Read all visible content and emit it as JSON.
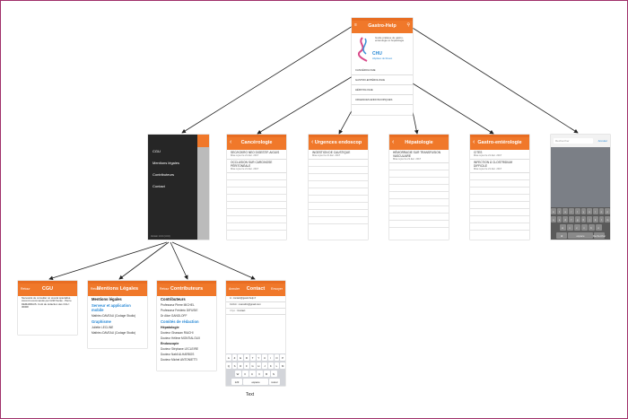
{
  "home": {
    "title": "Gastro-Help",
    "logo_text": "Guide pratique de gastro-entérologie et hépatologie",
    "logo_chu": "CHU",
    "logo_chu_sub": "Hôpitaux de Rouen",
    "menu": [
      "CANCÉROLOGIE",
      "GASTRO-ENTÉROLOGIE",
      "HÉPATOLOGIE",
      "URGENCES ENDOSCOPIQUES"
    ]
  },
  "sidebar": {
    "items": [
      "CGU",
      "Mentions légales",
      "Contributeurs",
      "Contact"
    ],
    "footer": "Version 1.0.0 (1.0.0)"
  },
  "cancero": {
    "title": "Cancérologie",
    "rows": [
      {
        "label": "SEC/KOKRO NEO DIGESTIF-AIGUIS",
        "sub": "Mise à jour le 21 déc. 2017"
      },
      {
        "label": "OCCLUSION SUR CARCINOSE PÉRITONÉALE",
        "sub": "Mise à jour le 21 déc. 2017"
      }
    ]
  },
  "urgences": {
    "title": "Urgences endoscop",
    "rows": [
      {
        "label": "INGESTION DE CAUSTIQUE",
        "sub": "Mise à jour le 21 déc. 2017"
      }
    ]
  },
  "hepato": {
    "title": "Hépatologie",
    "rows": [
      {
        "label": "HÉMORRAGIE SUR TRANSFUSION VASCULAIRE",
        "sub": "Mise à jour le 21 déc. 2017"
      }
    ]
  },
  "gastro": {
    "title": "Gastro-entérologie",
    "rows": [
      {
        "label": "CITES",
        "sub": "Mise à jour le 21 déc. 2017"
      },
      {
        "label": "INFECTION À CLOSTRIDIUM DIFFICILE",
        "sub": "Mise à jour le 21 déc. 2017"
      }
    ]
  },
  "search": {
    "placeholder": "Rechercher",
    "cancel": "Annuler",
    "keys_row1": [
      "a",
      "z",
      "e",
      "r",
      "t",
      "y",
      "u",
      "i",
      "o",
      "p"
    ],
    "keys_row2": [
      "q",
      "s",
      "d",
      "f",
      "g",
      "h",
      "j",
      "k",
      "l",
      "m"
    ],
    "keys_row3": [
      "w",
      "x",
      "c",
      "v",
      "b",
      "n"
    ],
    "space": "espace",
    "go": "Rechercher"
  },
  "cgu": {
    "left": "Retour",
    "title": "CGU",
    "text": "Nécessité de consulter un avocat spécialisé. Accord recommandé par GND Santé - Pierre DEMARRAIS. Coût de rédaction des CGU : 3000€"
  },
  "mentions": {
    "left": "Retour",
    "title": "Mentions Légales",
    "heading": "Mentions légales",
    "service": "Serveur et application mobile",
    "service_name": "Mathieu DAVEAU (Codage Studio)",
    "graphisme": "Graphisme",
    "graphisme_names": [
      "Juliette LECLINE",
      "Mathieu DAVEAU (Codage Studio)"
    ]
  },
  "contrib": {
    "left": "Retour",
    "title": "Contributeurs",
    "heading": "Contributeurs",
    "names1": [
      "Professeur Pierre MICHEL",
      "Professeur Frédéric DIFUSIE",
      "Dr Alice GANGLOFF"
    ],
    "comite": "Comités de rédaction",
    "hepato": "Hépatologie",
    "hepato_names": [
      "Docteur Ghassan RIACHI",
      "Docteur Hélène MONTIALOUX"
    ],
    "endo": "Endoscopie",
    "endo_names": [
      "Docteur Stéphane LECLEIRE",
      "Docteur Nabil ALHARBOS",
      "Docteur Michel ANTONIETTI"
    ]
  },
  "contact": {
    "left": "Annuler",
    "title": "Contact",
    "right": "Envoyer",
    "to": "A : contact@gastrohelp.fr",
    "cc": "Cc/Cci : marcelitn@gmail.com",
    "subject_label": "Objet :",
    "subject": "Contact",
    "keys_row1": [
      "A",
      "Z",
      "E",
      "R",
      "T",
      "Y",
      "U",
      "I",
      "O",
      "P"
    ],
    "keys_row2": [
      "Q",
      "S",
      "D",
      "F",
      "G",
      "H",
      "J",
      "K",
      "L",
      "M"
    ],
    "keys_row3": [
      "W",
      "X",
      "C",
      "V",
      "B",
      "N"
    ],
    "space": "espace",
    "ret": "retour"
  },
  "caption": "Text"
}
